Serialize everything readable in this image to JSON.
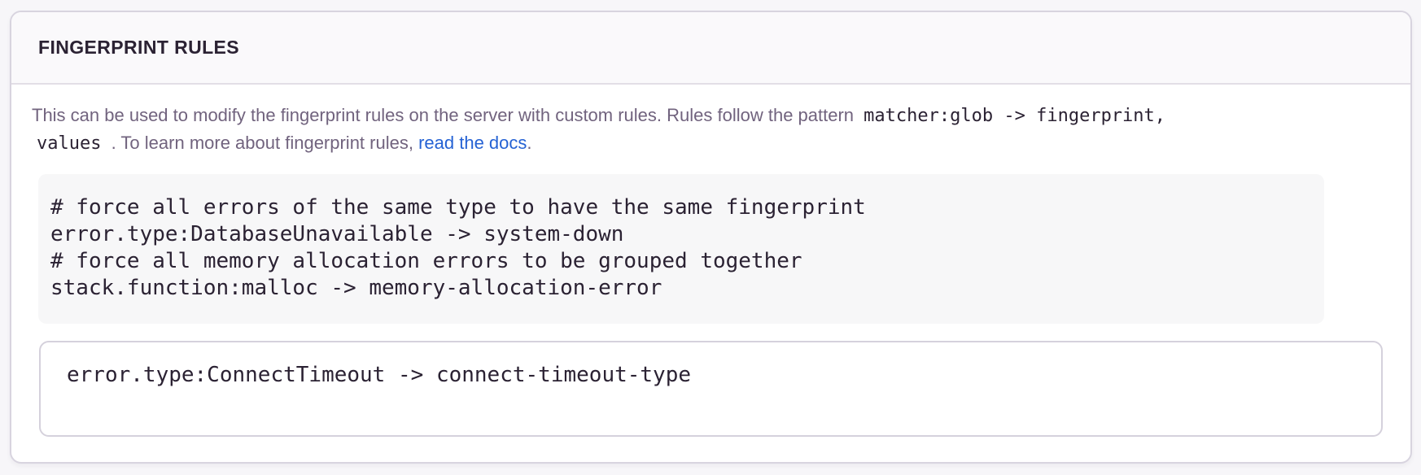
{
  "panel": {
    "header": {
      "title": "FINGERPRINT RULES"
    },
    "description": {
      "line1_text": "This can be used to modify the fingerprint rules on the server with custom rules. Rules follow the pattern",
      "line1_code": "matcher:glob -> fingerprint,",
      "line2_code": "values",
      "line2_text": ". To learn more about fingerprint rules,",
      "link_label": "read the docs",
      "suffix": "."
    },
    "code_example": {
      "lines": [
        "# force all errors of the same type to have the same fingerprint",
        "error.type:DatabaseUnavailable -> system-down",
        "# force all memory allocation errors to be grouped together",
        "stack.function:malloc -> memory-allocation-error"
      ]
    },
    "rules_input": {
      "value": "error.type:ConnectTimeout -> connect-timeout-type"
    }
  },
  "colors": {
    "page_background": "#f7f6f9",
    "panel_border": "#d8d4df",
    "header_background": "#faf9fb",
    "body_text": "#71637e",
    "code_text": "#2b2233",
    "link_blue": "#2562d4",
    "code_block_background": "#f7f7f8"
  }
}
